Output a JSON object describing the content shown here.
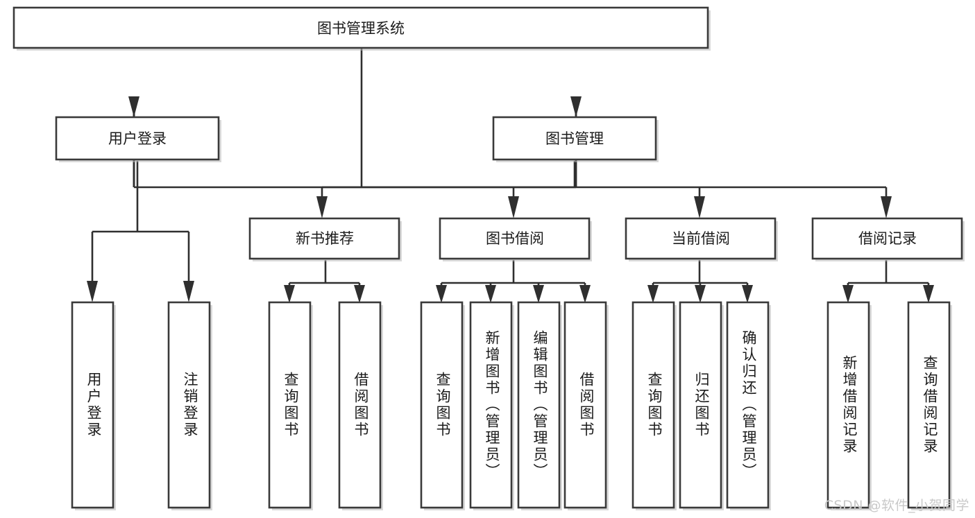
{
  "diagram": {
    "type": "tree-hierarchy",
    "title": "图书管理系统",
    "watermark": "CSDN @软件_小贺同学",
    "colors": {
      "box_stroke": "#3a3a3a",
      "box_fill": "#ffffff",
      "connector": "#2f2f2f",
      "text": "#1b1b1b",
      "watermark": "#c9c9c9"
    },
    "levels": {
      "root": {
        "label": "图书管理系统"
      },
      "level2": [
        {
          "label": "用户登录"
        },
        {
          "label": "图书管理"
        }
      ],
      "level3": [
        {
          "label": "新书推荐"
        },
        {
          "label": "图书借阅"
        },
        {
          "label": "当前借阅"
        },
        {
          "label": "借阅记录"
        }
      ],
      "leaves": {
        "user_login": [
          {
            "label": "用户登录"
          },
          {
            "label": "注销登录"
          }
        ],
        "new_book_recommend": [
          {
            "label": "查询图书"
          },
          {
            "label": "借阅图书"
          }
        ],
        "book_borrow": [
          {
            "label": "查询图书"
          },
          {
            "label": "新增图书（管理员）"
          },
          {
            "label": "编辑图书（管理员）"
          },
          {
            "label": "借阅图书"
          }
        ],
        "current_borrow": [
          {
            "label": "查询图书"
          },
          {
            "label": "归还图书"
          },
          {
            "label": "确认归还（管理员）"
          }
        ],
        "borrow_records": [
          {
            "label": "新增借阅记录"
          },
          {
            "label": "查询借阅记录"
          }
        ]
      }
    }
  }
}
